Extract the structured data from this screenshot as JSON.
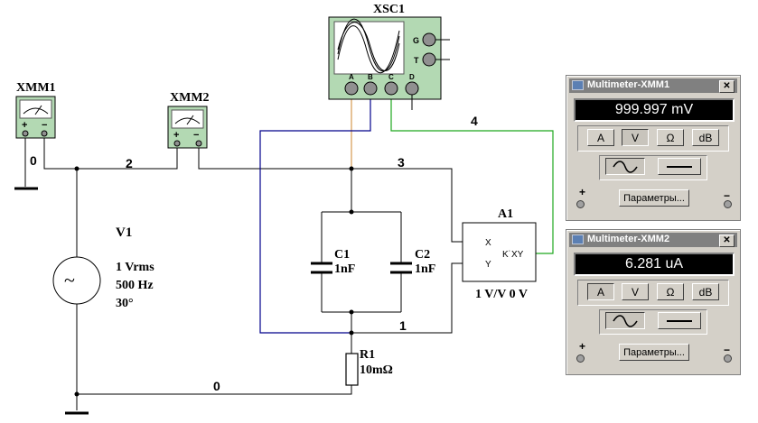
{
  "instruments": {
    "xmm1_ref": "XMM1",
    "xmm2_ref": "XMM2",
    "xsc1_ref": "XSC1",
    "xmm_plus": "+",
    "xmm_minus": "−",
    "scope_ports": [
      "A",
      "B",
      "C",
      "D"
    ],
    "scope_g": "G",
    "scope_t": "T"
  },
  "components": {
    "v1": {
      "ref": "V1",
      "value": "1 Vrms",
      "freq": "500 Hz",
      "phase": "30°"
    },
    "c1": {
      "ref": "C1",
      "value": "1nF"
    },
    "c2": {
      "ref": "C2",
      "value": "1nF"
    },
    "r1": {
      "ref": "R1",
      "value": "10mΩ"
    },
    "a1": {
      "ref": "A1",
      "pin_x": "X",
      "pin_y": "Y",
      "func": "K˙XY",
      "params": "1 V/V 0 V"
    }
  },
  "nets": {
    "n0_left": "0",
    "n0_bottom": "0",
    "n1": "1",
    "n2": "2",
    "n3": "3",
    "n4": "4"
  },
  "colors": {
    "wire": "#000000",
    "wire_blue": "#00008b",
    "wire_orange": "#d49a50",
    "wire_green": "#1fa81f",
    "net4_label": "#1fa81f"
  },
  "multimeter1": {
    "title": "Multimeter-XMM1",
    "reading": "999.997 mV",
    "buttons": [
      "A",
      "V",
      "Ω",
      "dB"
    ],
    "selected": "V",
    "mode": "AC",
    "settings_label": "Параметры...",
    "plus": "+",
    "minus": "−"
  },
  "multimeter2": {
    "title": "Multimeter-XMM2",
    "reading": "6.281 uA",
    "buttons": [
      "A",
      "V",
      "Ω",
      "dB"
    ],
    "selected": "A",
    "mode": "AC",
    "settings_label": "Параметры...",
    "plus": "+",
    "minus": "−"
  }
}
